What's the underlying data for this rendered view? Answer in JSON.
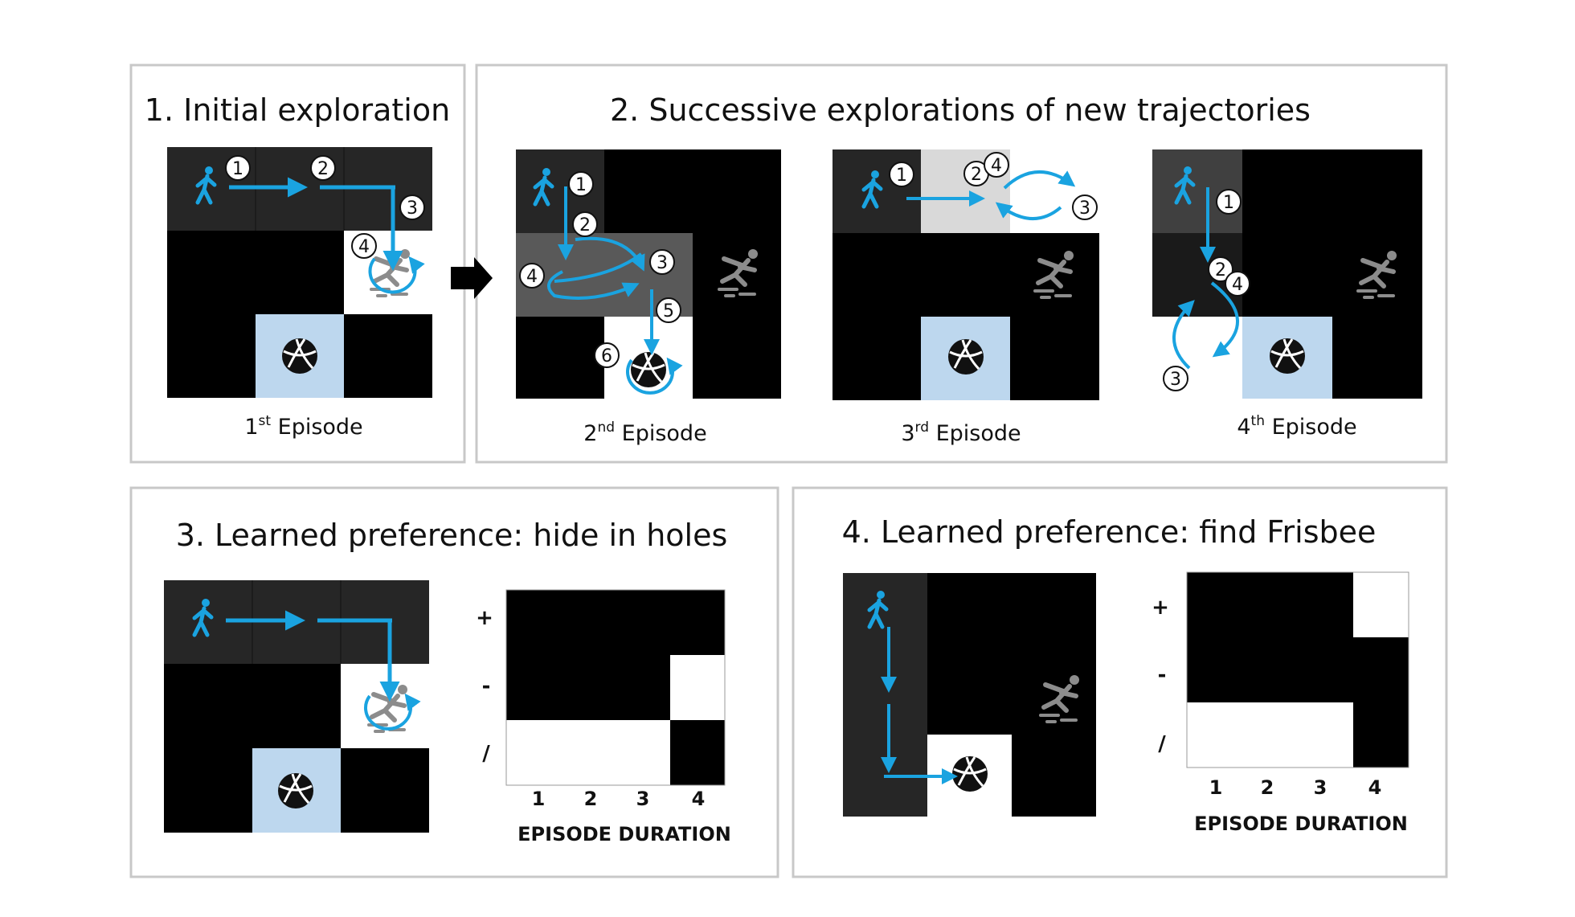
{
  "panels": {
    "p1": {
      "title": "1. Initial exploration"
    },
    "p2": {
      "title": "2. Successive explorations of new trajectories"
    },
    "p3": {
      "title": "3. Learned preference: hide in holes"
    },
    "p4": {
      "title": "4. Learned preference: find Frisbee"
    }
  },
  "episodes": [
    {
      "num": "1",
      "sup": "st",
      "word": " Episode"
    },
    {
      "num": "2",
      "sup": "nd",
      "word": " Episode"
    },
    {
      "num": "3",
      "sup": "rd",
      "word": " Episode"
    },
    {
      "num": "4",
      "sup": "th",
      "word": " Episode"
    }
  ],
  "steps": [
    "1",
    "2",
    "3",
    "4",
    "5",
    "6"
  ],
  "preference_chart_3": {
    "row_labels": [
      "+",
      "-",
      "/"
    ],
    "col_labels": [
      "1",
      "2",
      "3",
      "4"
    ],
    "xlabel": "EPISODE DURATION",
    "cells": [
      [
        "black",
        "black",
        "black",
        "black"
      ],
      [
        "black",
        "black",
        "black",
        "white"
      ],
      [
        "white",
        "white",
        "white",
        "black"
      ]
    ]
  },
  "preference_chart_4": {
    "row_labels": [
      "+",
      "-",
      "/"
    ],
    "col_labels": [
      "1",
      "2",
      "3",
      "4"
    ],
    "xlabel": "EPISODE DURATION",
    "cells": [
      [
        "black",
        "black",
        "black",
        "white"
      ],
      [
        "black",
        "black",
        "black",
        "black"
      ],
      [
        "white",
        "white",
        "white",
        "black"
      ]
    ]
  },
  "colors": {
    "arrow": "#1aa3e0",
    "frisbee_cell": "#bdd7ee",
    "visited_dark": "#262626",
    "visited_mid": "#595959",
    "visited_light": "#d9d9d9",
    "panel_border": "#c8c8c8"
  },
  "icons": [
    "walking-person-icon",
    "volleyball-icon",
    "falling-person-icon",
    "right-arrow-icon"
  ]
}
